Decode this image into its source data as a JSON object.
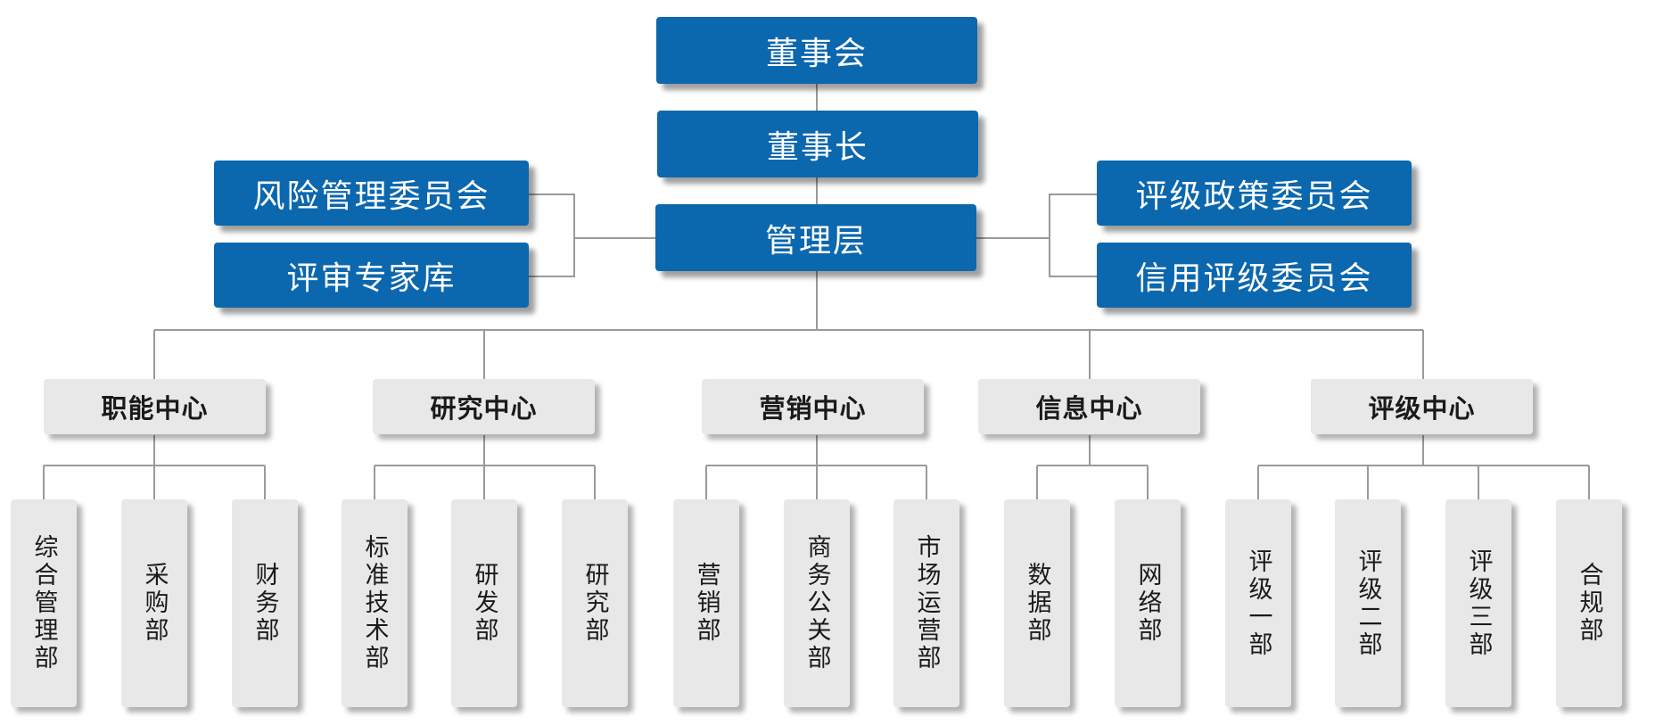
{
  "top": {
    "board": "董事会",
    "chairman": "董事长",
    "management": "管理层"
  },
  "committees": {
    "risk": "风险管理委员会",
    "expert_pool": "评审专家库",
    "policy": "评级政策委员会",
    "credit": "信用评级委员会"
  },
  "centers": {
    "functional": "职能中心",
    "research": "研究中心",
    "marketing": "营销中心",
    "information": "信息中心",
    "rating": "评级中心"
  },
  "departments": {
    "functional": [
      "综合管理部",
      "采购部",
      "财务部"
    ],
    "research": [
      "标准技术部",
      "研发部",
      "研究部"
    ],
    "marketing": [
      "营销部",
      "商务公关部",
      "市场运营部"
    ],
    "information": [
      "数据部",
      "网络部"
    ],
    "rating": [
      "评级一部",
      "评级二部",
      "评级三部",
      "合规部"
    ]
  },
  "colors": {
    "primary": "#0b67ae",
    "secondary": "#e8e8e8",
    "connector": "#999999"
  }
}
